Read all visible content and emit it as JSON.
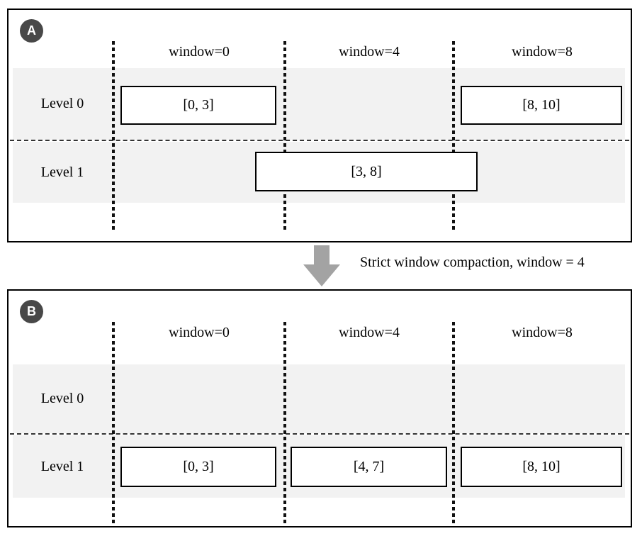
{
  "figure": {
    "arrow_label": "Strict window compaction, window = 4"
  },
  "panels": [
    {
      "badge": "A",
      "headers": [
        "window=0",
        "window=4",
        "window=8"
      ],
      "levels": [
        {
          "label": "Level 0"
        },
        {
          "label": "Level 1"
        }
      ],
      "boxes": [
        {
          "label": "[0, 3]",
          "level": "Level 0"
        },
        {
          "label": "[8, 10]",
          "level": "Level 0"
        },
        {
          "label": "[3, 8]",
          "level": "Level 1"
        }
      ]
    },
    {
      "badge": "B",
      "headers": [
        "window=0",
        "window=4",
        "window=8"
      ],
      "levels": [
        {
          "label": "Level 0"
        },
        {
          "label": "Level 1"
        }
      ],
      "boxes": [
        {
          "label": "[0, 3]",
          "level": "Level 1"
        },
        {
          "label": "[4, 7]",
          "level": "Level 1"
        },
        {
          "label": "[8, 10]",
          "level": "Level 1"
        }
      ]
    }
  ]
}
